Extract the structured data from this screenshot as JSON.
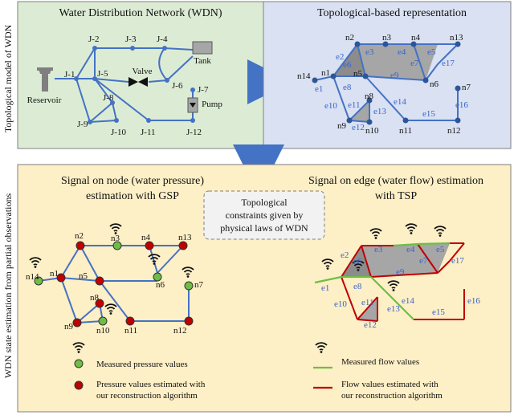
{
  "side_labels": {
    "top": "Topological model of WDN",
    "bottom": "WDN state estimation from partial observations"
  },
  "panel_wdn": {
    "title": "Water Distribution Network (WDN)",
    "labels": {
      "j1": "J-1",
      "j2": "J-2",
      "j3": "J-3",
      "j4": "J-4",
      "j5": "J-5",
      "j6": "J-6",
      "j7": "J-7",
      "j8": "J-8",
      "j9": "J-9",
      "j10": "J-10",
      "j11": "J-11",
      "j12": "J-12",
      "valve": "Valve",
      "tank": "Tank",
      "pump": "Pump",
      "reservoir": "Reservoir"
    }
  },
  "panel_topo": {
    "title": "Topological-based representation",
    "nodes": {
      "n1": "n1",
      "n2": "n2",
      "n3": "n3",
      "n4": "n4",
      "n5": "n5",
      "n6": "n6",
      "n7": "n7",
      "n8": "n8",
      "n9": "n9",
      "n10": "n10",
      "n11": "n11",
      "n12": "n12",
      "n13": "n13",
      "n14": "n14"
    },
    "edges": {
      "e1": "e1",
      "e2": "e2",
      "e3": "e3",
      "e4": "e4",
      "e5": "e5",
      "e6": "e6",
      "e7": "e7",
      "e8": "e8",
      "e9": "e9",
      "e10": "e10",
      "e11": "e11",
      "e12": "e12",
      "e13": "e13",
      "e14": "e14",
      "e15": "e15",
      "e16": "e16",
      "e17": "e17"
    }
  },
  "bottom": {
    "gsp_title_1": "Signal on node (water pressure)",
    "gsp_title_2": "estimation with GSP",
    "tsp_title_1": "Signal on edge (water flow) estimation",
    "tsp_title_2": "with TSP",
    "constraint_1": "Topological",
    "constraint_2": "constraints given by",
    "constraint_3": "physical laws of WDN",
    "legend_measured_pressure": "Measured pressure values",
    "legend_estimated_pressure_1": "Pressure values estimated  with",
    "legend_estimated_pressure_2": "our reconstruction algorithm",
    "legend_measured_flow": "Measured flow values",
    "legend_estimated_flow_1": "Flow values estimated  with",
    "legend_estimated_flow_2": "our reconstruction algorithm"
  },
  "colors": {
    "panel_green": "#dcecd4",
    "panel_blue": "#d9e1f2",
    "panel_yellow": "#fdefc6",
    "pipe_blue": "#4472c4",
    "measured_green": "#6fbe44",
    "estimated_red": "#c00000",
    "arrow_blue": "#4472c4"
  }
}
